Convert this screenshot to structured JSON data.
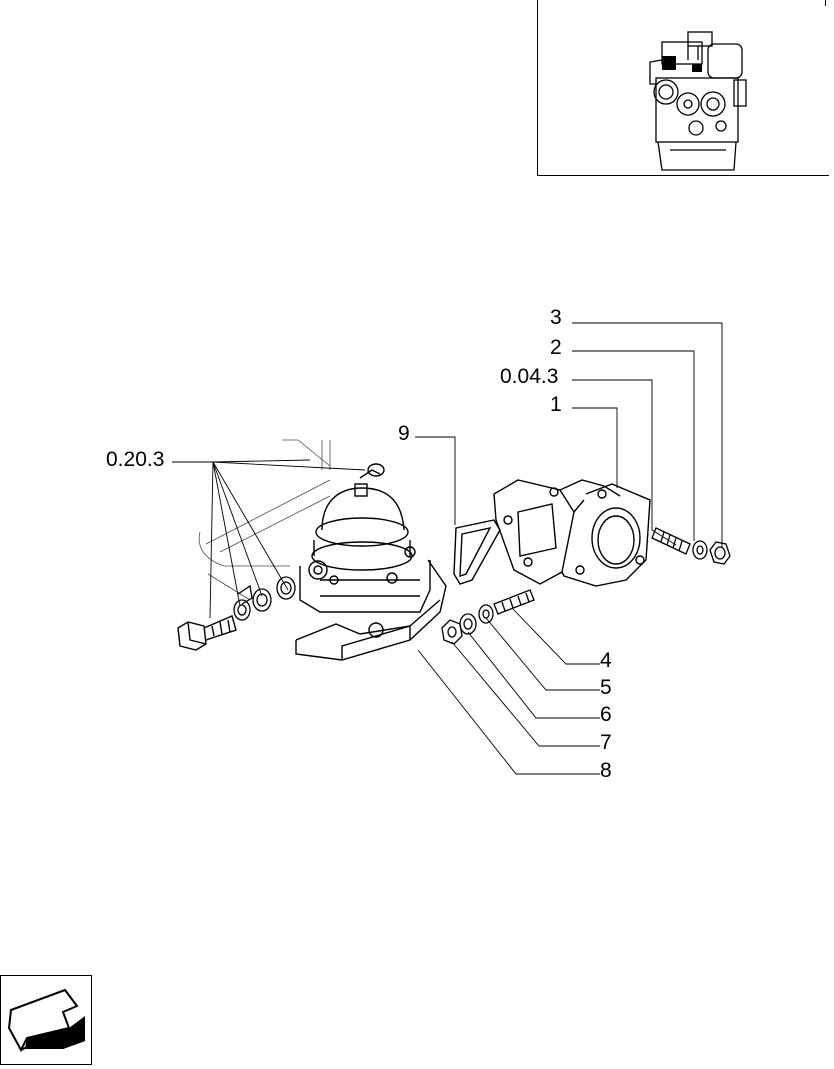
{
  "callouts": {
    "c3": "3",
    "c2": "2",
    "c0043": "0.04.3",
    "c1": "1",
    "c9": "9",
    "c0203": "0.20.3",
    "c4": "4",
    "c5": "5",
    "c6": "6",
    "c7": "7",
    "c8": "8"
  },
  "icons": {
    "engine_thumbnail": "engine-thumbnail-icon",
    "nav_arrow": "return-arrow-icon"
  },
  "colors": {
    "line": "#000000",
    "background": "#ffffff"
  }
}
